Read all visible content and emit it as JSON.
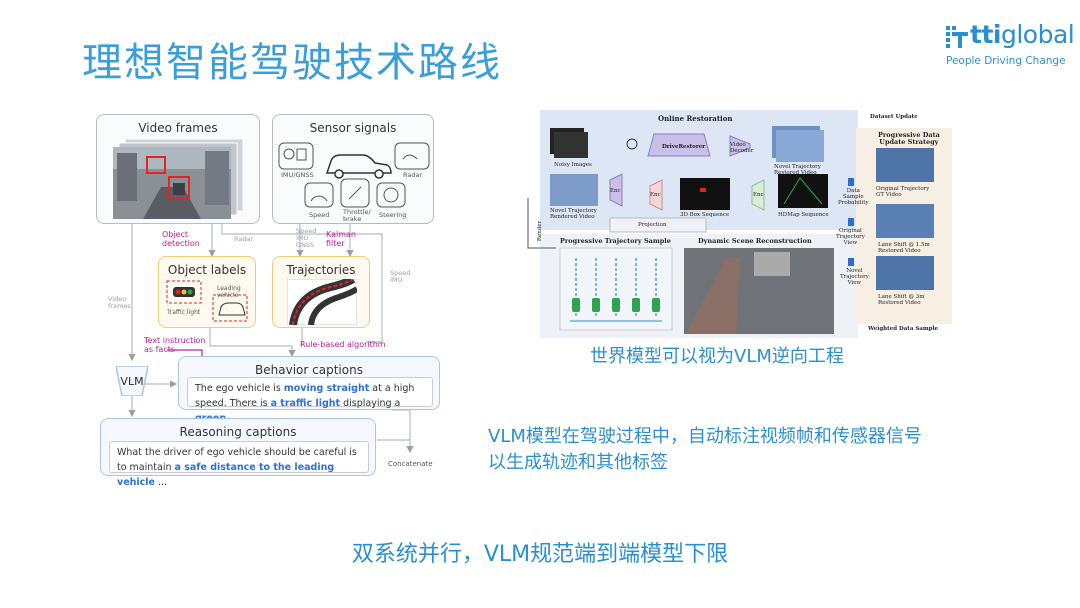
{
  "title": "理想智能驾驶技术路线",
  "logo": {
    "brand_bold": "tti",
    "brand_rest": "global",
    "tagline": "People Driving Change"
  },
  "left_diagram": {
    "video_frames": "Video frames",
    "sensor_signals": "Sensor signals",
    "sensor_items": [
      "IMU/GNSS",
      "Radar",
      "Speed",
      "Throttle/\nbrake",
      "Steering"
    ],
    "object_detection": "Object\ndetection",
    "radar_small": "Radar",
    "speed_imu_gnss": "Speed\nIMU\nGNSS",
    "kalman_filter": "Kalman\nfilter",
    "object_labels": "Object labels",
    "leading_vehicle": "Leading\nvehicle",
    "traffic_light": "Traffic light",
    "trajectories": "Trajectories",
    "speed_imu": "Speed\nIMU",
    "video_frames_small": "Video\nframes",
    "text_instruction": "Text instruction\nas facts",
    "rule_based": "Rule-based algorithm",
    "vlm": "VLM",
    "behavior_captions": "Behavior captions",
    "behavior_text": {
      "p1": "The ego vehicle is ",
      "h1": "moving straight",
      "p2": " at a high speed. There is ",
      "h2": "a traffic light",
      "p3": " displaying a ",
      "h3": "green",
      "p4": "..."
    },
    "reasoning_captions": "Reasoning captions",
    "reasoning_text": {
      "p1": "What the driver of ego vehicle should be careful is to maintain ",
      "h1": "a safe distance to the leading vehicle",
      "p2": " ..."
    },
    "concatenate": "Concatenate"
  },
  "right_figure": {
    "online_restoration": "Online Restoration",
    "noisy_images": "Noisy Images",
    "drive_restorer": "DriveRestorer",
    "video_decoder": "Video\nDecoder",
    "novel_restored": "Novel Trajectory\nRestored Video",
    "novel_rendered": "Novel Trajectory\nRendered Video",
    "enc": "Enc",
    "box_seq": "3D Box Sequence",
    "hdmap_seq": "HDMap Sequence",
    "projection": "Projection",
    "render": "Render",
    "progressive_sample": "Progressive Trajectory Sample",
    "dynamic_scene": "Dynamic Scene Reconstruction",
    "dataset_update": "Dataset Update",
    "update_strategy": "Progressive Data\nUpdate Strategy",
    "original_gt": "Original Trajectory\nGT Video",
    "lane_shift_15": "Lane Shift @ 1.5m\nRestored Video",
    "lane_shift_3": "Lane Shift @ 3m\nRestored Video",
    "data_sample_prob": "Data\nSample\nProbability",
    "original_view": "Original\nTrajectory\nView",
    "novel_view": "Novel\nTrajectory\nView",
    "weighted_sample": "Weighted Data Sample"
  },
  "figure_caption": "世界模型可以视为VLM逆向工程",
  "description": [
    "VLM模型在驾驶过程中，自动标注视频帧和传感器信号",
    "以生成轨迹和其他标签"
  ],
  "bottom_text": "双系统并行，VLM规范端到端模型下限",
  "colors": {
    "accent": "#2a8fd0",
    "title": "#3a9fd8",
    "highlight": "#2e6fd8",
    "magenta": "#c21a9a"
  }
}
